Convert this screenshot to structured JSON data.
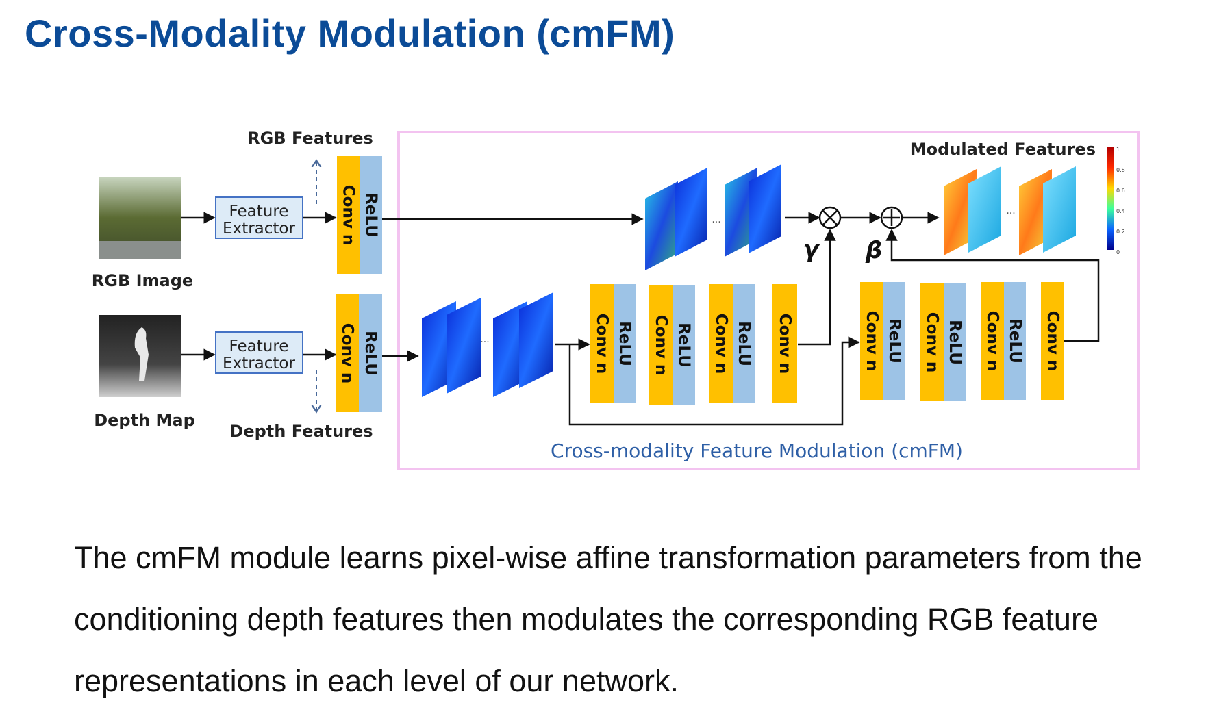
{
  "slide": {
    "title": "Cross-Modality Modulation (cmFM)",
    "caption": "The cmFM module learns pixel-wise affine transformation parameters from the conditioning depth features then modulates the corresponding RGB feature representations in each level of our network."
  },
  "diagram": {
    "inputs": {
      "rgb_image_label": "RGB Image",
      "depth_map_label": "Depth Map"
    },
    "feature_extractor_line1": "Feature",
    "feature_extractor_line2": "Extractor",
    "rgb_features_label": "RGB Features",
    "depth_features_label": "Depth Features",
    "conv_label": "Conv n",
    "relu_label": "ReLU",
    "gamma_label": "γ",
    "beta_label": "β",
    "multiply_symbol": "⊗",
    "add_symbol": "⊕",
    "ellipsis": "...",
    "modulated_features_label": "Modulated Features",
    "module_label": "Cross-modality Feature Modulation (cmFM)",
    "colorbar_ticks": [
      "1",
      "0.8",
      "0.6",
      "0.4",
      "0.2",
      "0"
    ],
    "colors": {
      "title_blue": "#0b4b97",
      "conv_orange": "#ffc000",
      "relu_blue": "#9dc3e6",
      "module_border": "#f3c3f0",
      "module_label_blue": "#2e5fa6",
      "extractor_fill": "#ddebf7",
      "extractor_border": "#4472c4"
    }
  }
}
